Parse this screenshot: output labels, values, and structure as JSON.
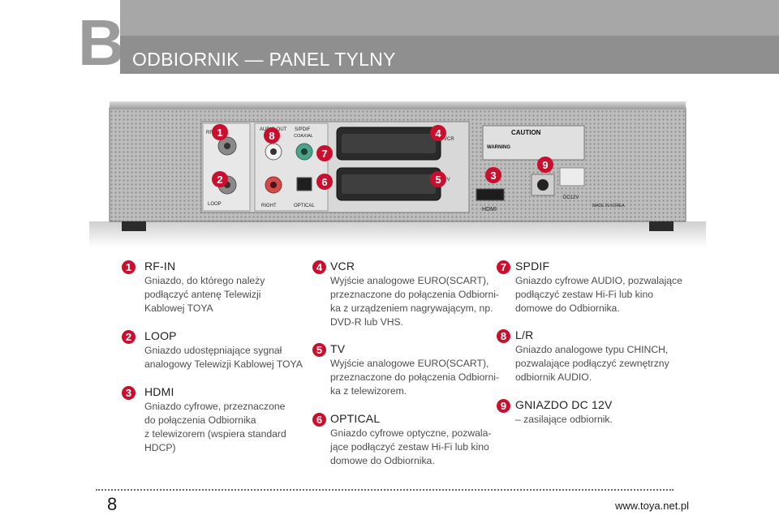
{
  "header": {
    "letter": "B",
    "title": "ODBIORNIK — PANEL TYLNY"
  },
  "photo": {
    "labels": {
      "rf_in": "RF IN",
      "audio_out": "AUDIO OUT",
      "spdif": "S/PDIF",
      "coaxial": "COAXIAL",
      "vcr": "VCR",
      "tv": "TV",
      "loop": "LOOP",
      "right": "RIGHT",
      "optical": "OPTICAL",
      "hdmi": "HDMI",
      "caution": "CAUTION",
      "warning": "WARNING",
      "dc12v": "DC12V",
      "made_in_korea": "MADE IN KOREA"
    },
    "markers": [
      "1",
      "2",
      "8",
      "7",
      "6",
      "4",
      "5",
      "3",
      "9"
    ]
  },
  "items": [
    {
      "num": "1",
      "title": "RF-IN",
      "desc": "Gniazdo, do którego należy\npodłączyć antenę Telewizji\nKablowej TOYA"
    },
    {
      "num": "2",
      "title": "LOOP",
      "desc": "Gniazdo udostępniające sygnał\nanalogowy Telewizji Kablowej TOYA"
    },
    {
      "num": "3",
      "title": "HDMI",
      "desc": "Gniazdo cyfrowe, przeznaczone\ndo połączenia Odbiornika\nz telewizorem (wspiera standard\nHDCP)"
    },
    {
      "num": "4",
      "title": "VCR",
      "desc": "Wyjście analogowe EURO(SCART),\nprzeznaczone do połączenia Odbiorni-\nka z urządzeniem nagrywającym, np.\nDVD-R lub VHS."
    },
    {
      "num": "5",
      "title": "TV",
      "desc": "Wyjście analogowe EURO(SCART),\nprzeznaczone do połączenia Odbiorni-\nka z telewizorem."
    },
    {
      "num": "6",
      "title": "OPTICAL",
      "desc": "Gniazdo cyfrowe optyczne, pozwala-\njące podłączyć zestaw Hi-Fi lub kino\ndomowe do Odbiornika."
    },
    {
      "num": "7",
      "title": "SPDIF",
      "desc": "Gniazdo cyfrowe AUDIO, pozwalające\npodłączyć zestaw Hi-Fi lub kino\ndomowe do Odbiornika."
    },
    {
      "num": "8",
      "title": "L/R",
      "desc": "Gniazdo analogowe typu CHINCH,\npozwalające podłączyć zewnętrzny\nodbiornik AUDIO."
    },
    {
      "num": "9",
      "title": "GNIAZDO DC 12V",
      "desc": "– zasilające odbiornik."
    }
  ],
  "footer": {
    "page": "8",
    "site": "www.toya.net.pl"
  },
  "colors": {
    "accent": "#c8102e",
    "header_band": "#8f8f8f"
  }
}
